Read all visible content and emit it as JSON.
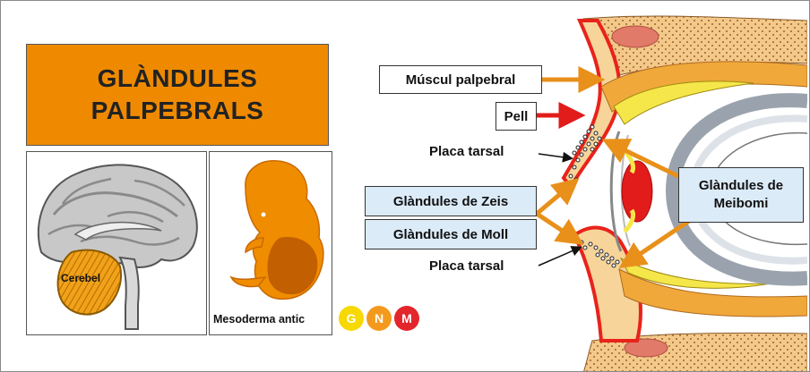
{
  "title": {
    "line1": "GLÀNDULES",
    "line2": "PALPEBRALS"
  },
  "brain": {
    "label": "Cerebel"
  },
  "embryo": {
    "label": "Mesoderma antic"
  },
  "labels": {
    "muscle": "Múscul palpebral",
    "skin": "Pell",
    "tarsal_upper": "Placa tarsal",
    "zeis": "Glàndules de Zeis",
    "moll": "Glàndules de Moll",
    "tarsal_lower": "Placa tarsal",
    "meibomian_line1": "Glàndules de",
    "meibomian_line2": "Meibomi"
  },
  "logo": {
    "letters": [
      "G",
      "N",
      "M"
    ]
  },
  "colors": {
    "orange": "#ef8a00",
    "light_blue": "#dcebf8",
    "arrow_orange": "#e8901a",
    "arrow_red": "#e21b1b",
    "skin_red": "#e8231b",
    "bone": "#f3c98a",
    "lid_yellow": "#f5e74a",
    "logo_yellow": "#f7d800",
    "logo_orange": "#f39a1e",
    "logo_red": "#e3262b"
  }
}
